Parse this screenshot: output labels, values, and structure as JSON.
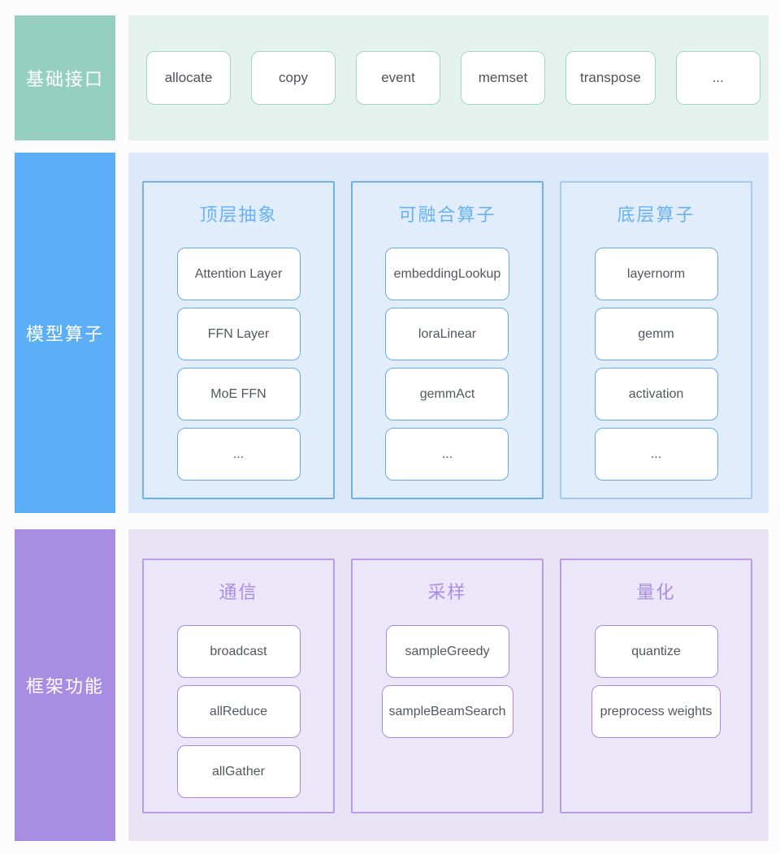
{
  "bands": [
    {
      "id": "basic-interface",
      "label": "基础接口",
      "items": [
        "allocate",
        "copy",
        "event",
        "memset",
        "transpose",
        "..."
      ]
    },
    {
      "id": "model-operators",
      "label": "模型算子",
      "columns": [
        {
          "title": "顶层抽象",
          "items": [
            "Attention Layer",
            "FFN Layer",
            "MoE FFN",
            "..."
          ]
        },
        {
          "title": "可融合算子",
          "items": [
            "embeddingLookup",
            "loraLinear",
            "gemmAct",
            "..."
          ]
        },
        {
          "title": "底层算子",
          "border_style": "light",
          "items": [
            "layernorm",
            "gemm",
            "activation",
            "..."
          ]
        }
      ]
    },
    {
      "id": "framework-functions",
      "label": "框架功能",
      "columns": [
        {
          "title": "通信",
          "items": [
            "broadcast",
            "allReduce",
            "allGather"
          ]
        },
        {
          "title": "采样",
          "items": [
            "sampleGreedy",
            "sampleBeamSearch"
          ]
        },
        {
          "title": "量化",
          "items": [
            "quantize",
            "preprocess weights"
          ]
        }
      ]
    }
  ],
  "colors": {
    "band1_label_bg": "#95d0bf",
    "band1_panel_bg": "#e5f1ec",
    "band1_box_border": "#9fd7c4",
    "band2_label_bg": "#5caef7",
    "band2_panel_bg": "#dce9fb",
    "band2_column_border": "#6fb0f3",
    "band2_column_border_light": "#a9c9ef",
    "band2_title_text": "#68b1f5",
    "band2_box_border": "#66abf2",
    "band3_label_bg": "#a78ee2",
    "band3_panel_bg": "#e9e3f6",
    "band3_column_border": "#b79ce8",
    "band3_title_text": "#a88de4",
    "band3_box_border": "#a98ce1",
    "box_text": "#53575c",
    "label_text": "#ffffff"
  }
}
